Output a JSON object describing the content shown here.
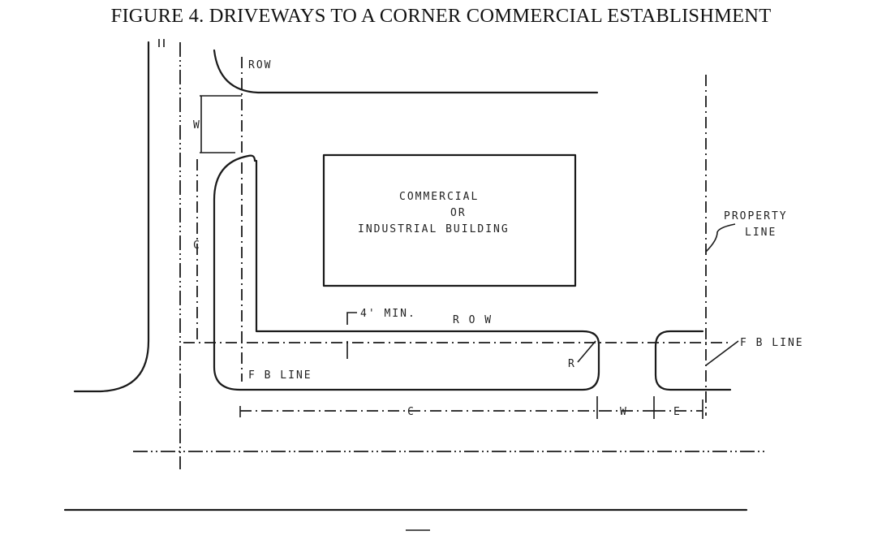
{
  "figure": {
    "title": "FIGURE 4. DRIVEWAYS TO A CORNER COMMERCIAL ESTABLISHMENT"
  },
  "labels": {
    "row_top": "ROW",
    "w_left": "W",
    "c_left": "C",
    "building_line1": "COMMERCIAL",
    "building_line2": "OR",
    "building_line3": "INDUSTRIAL BUILDING",
    "min_setback": "4' MIN.",
    "row_bottom": "R O W",
    "r_radius": "R",
    "fb_line_left": "F B LINE",
    "fb_line_right": "F B LINE",
    "property_line1": "PROPERTY",
    "property_line2": "LINE",
    "c_bottom": "C",
    "w_bottom": "W",
    "e_bottom": "E"
  }
}
